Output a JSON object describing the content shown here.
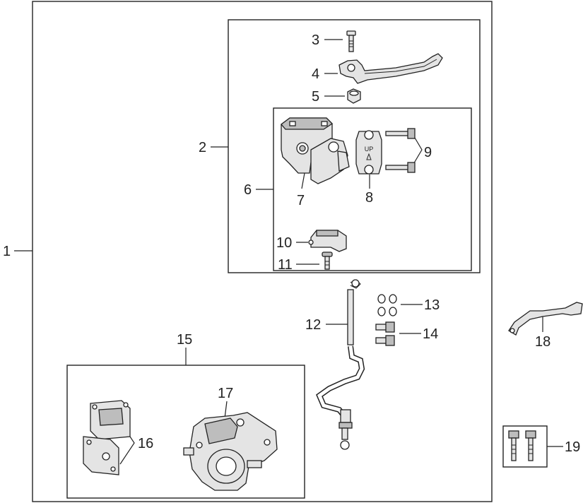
{
  "callouts": {
    "c1": "1",
    "c2": "2",
    "c3": "3",
    "c4": "4",
    "c5": "5",
    "c6": "6",
    "c7": "7",
    "c8": "8",
    "c9": "9",
    "c10": "10",
    "c11": "11",
    "c12": "12",
    "c13": "13",
    "c14": "14",
    "c15": "15",
    "c16": "16",
    "c17": "17",
    "c18": "18",
    "c19": "19"
  },
  "parts": {
    "p3": "bolt-icon",
    "p4": "brake-lever-icon",
    "p5": "nut-icon",
    "p7": "master-cylinder-icon",
    "p8": "clamp-icon",
    "p9": "bolt-icon",
    "p10": "brake-switch-icon",
    "p11": "screw-icon",
    "p12": "brake-hose-icon",
    "p13": "washer-icon",
    "p14": "banjo-bolt-icon",
    "p16": "brake-pad-icon",
    "p17": "brake-caliper-icon",
    "p18": "hose-bracket-icon",
    "p19": "bolt-icon"
  },
  "master_cylinder_cap_text": "UP"
}
